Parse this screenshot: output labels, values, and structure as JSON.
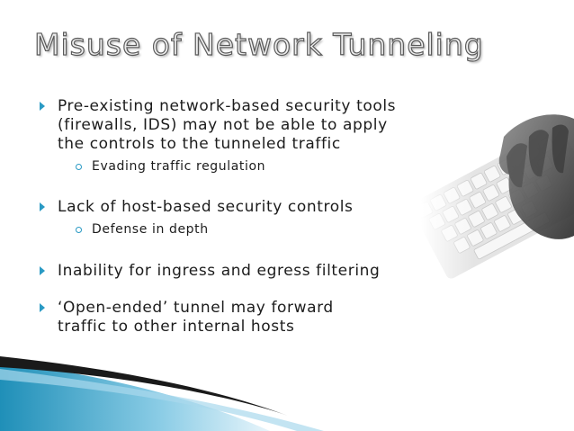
{
  "slide": {
    "title": "Misuse of Network Tunneling",
    "bullets": [
      {
        "text": "Pre-existing network-based security tools (firewalls, IDS) may not be able to apply the controls to the tunneled traffic",
        "sub": "Evading traffic regulation"
      },
      {
        "text": "Lack of host-based security controls",
        "sub": "Defense in depth"
      },
      {
        "text": "Inability for ingress and egress filtering"
      },
      {
        "text": "‘Open-ended’ tunnel may forward traffic to other internal hosts"
      }
    ]
  },
  "colors": {
    "accent": "#2a9ac4",
    "wave_dark": "#1f8fb8",
    "wave_light": "#8ccde6",
    "text": "#1c1c1c"
  },
  "decor": {
    "image_icon": "keyboard-hand-icon"
  }
}
